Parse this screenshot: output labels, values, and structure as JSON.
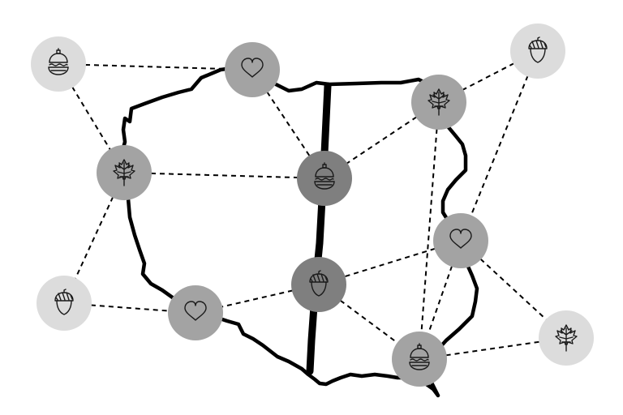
{
  "colors": {
    "background": "#ffffff",
    "outline": "#000000",
    "connector": "#000000",
    "tone_light": "#dcdcdc",
    "tone_medium": "#a3a3a3",
    "tone_dark": "#7f7f7f",
    "icon": "#1a1a1a"
  },
  "nodes": [
    {
      "id": "n1",
      "icon": "ornament-icon",
      "tone": "light"
    },
    {
      "id": "n2",
      "icon": "heart-icon",
      "tone": "medium"
    },
    {
      "id": "n3",
      "icon": "acorn-icon",
      "tone": "light"
    },
    {
      "id": "n4",
      "icon": "maple-leaf-icon",
      "tone": "medium"
    },
    {
      "id": "n5",
      "icon": "maple-leaf-icon",
      "tone": "medium"
    },
    {
      "id": "n6",
      "icon": "ornament-icon",
      "tone": "dark"
    },
    {
      "id": "n7",
      "icon": "heart-icon",
      "tone": "medium"
    },
    {
      "id": "n8",
      "icon": "acorn-icon",
      "tone": "dark"
    },
    {
      "id": "n9",
      "icon": "acorn-icon",
      "tone": "light"
    },
    {
      "id": "n10",
      "icon": "heart-icon",
      "tone": "medium"
    },
    {
      "id": "n11",
      "icon": "ornament-icon",
      "tone": "medium"
    },
    {
      "id": "n12",
      "icon": "maple-leaf-icon",
      "tone": "light"
    }
  ],
  "edges": [
    [
      "n1",
      "n2"
    ],
    [
      "n1",
      "n5"
    ],
    [
      "n2",
      "n6"
    ],
    [
      "n3",
      "n4"
    ],
    [
      "n3",
      "n7"
    ],
    [
      "n4",
      "n6"
    ],
    [
      "n4",
      "n11"
    ],
    [
      "n5",
      "n6"
    ],
    [
      "n5",
      "n9"
    ],
    [
      "n7",
      "n12"
    ],
    [
      "n7",
      "n8"
    ],
    [
      "n7",
      "n11"
    ],
    [
      "n8",
      "n10"
    ],
    [
      "n8",
      "n11"
    ],
    [
      "n9",
      "n10"
    ],
    [
      "n11",
      "n12"
    ]
  ]
}
